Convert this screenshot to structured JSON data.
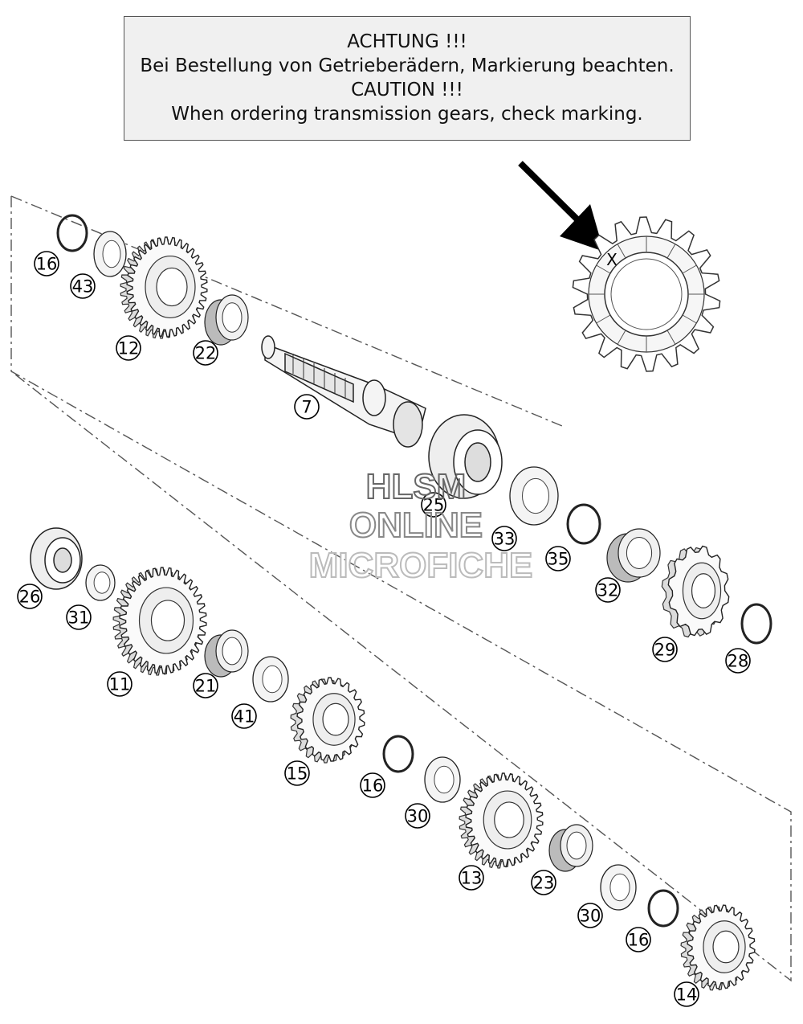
{
  "notice": {
    "line1": "ACHTUNG !!!",
    "line2": "Bei Bestellung von Getrieberädern, Markierung beachten.",
    "line3": "CAUTION !!!",
    "line4": "When ordering transmission gears, check marking."
  },
  "marking_symbol": "X",
  "watermark": {
    "line1": "HLSM",
    "line2": "ONLINE",
    "line3": "MICROFICHE"
  },
  "callouts": [
    "16",
    "43",
    "12",
    "22",
    "7",
    "25",
    "33",
    "35",
    "32",
    "29",
    "28",
    "26",
    "31",
    "11",
    "21",
    "41",
    "15",
    "16",
    "30",
    "13",
    "23",
    "30",
    "16",
    "14"
  ]
}
